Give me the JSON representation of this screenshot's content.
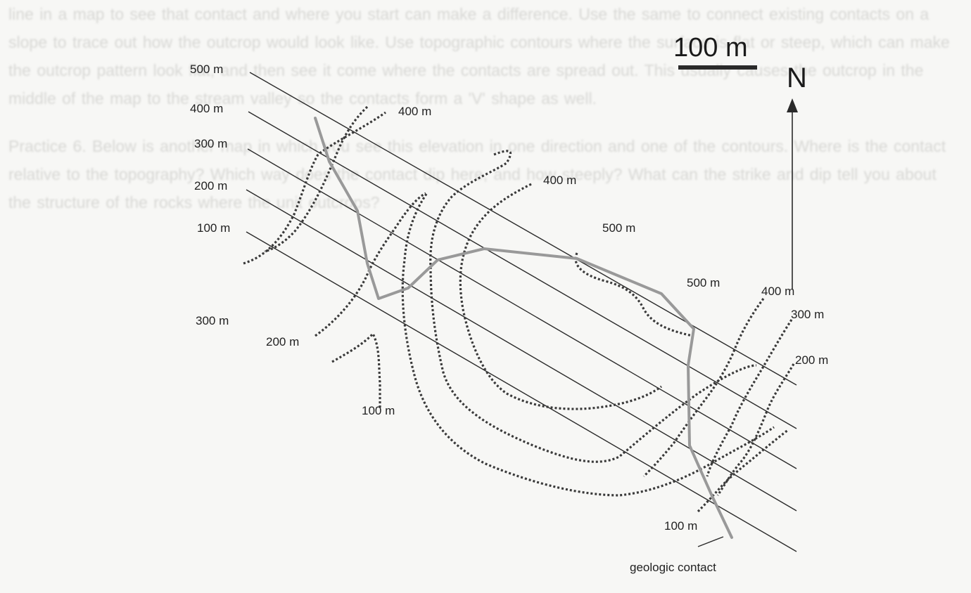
{
  "page_text": {
    "paragraph_1": "line in a map to see that contact and where you start can make a difference. Use the same to connect existing contacts on a slope to trace out how the outcrop would look like. Use topographic contours where the surface is flat or steep, which can make the outcrop pattern look flat, and then see it come where the contacts are spread out. This usually causes the outcrop in the middle of the map to the stream valley so the contacts form a 'V' shape as well.",
    "paragraph_2": "Practice 6. Below is another map in which you see this elevation in one direction and one of the contours. Where is the contact relative to the topography? Which way does the contact dip here, and how steeply? What can the strike and dip tell you about the structure of the rocks where the unit outcrops?"
  },
  "scale_bar": {
    "label": "100 m"
  },
  "north_arrow": {
    "label": "N"
  },
  "strike_line_labels": [
    "500 m",
    "400 m",
    "300 m",
    "200 m",
    "100 m"
  ],
  "topo_contour_labels": [
    "400 m",
    "400 m",
    "500 m",
    "500 m",
    "400 m",
    "300 m",
    "200 m",
    "300 m",
    "200 m",
    "100 m",
    "100 m"
  ],
  "contact_label": "geologic contact",
  "colors": {
    "background": "#f7f7f5",
    "strike_lines": "#2a2a2a",
    "topo_contours": "#3a3a3a",
    "geologic_contact": "#999999"
  }
}
